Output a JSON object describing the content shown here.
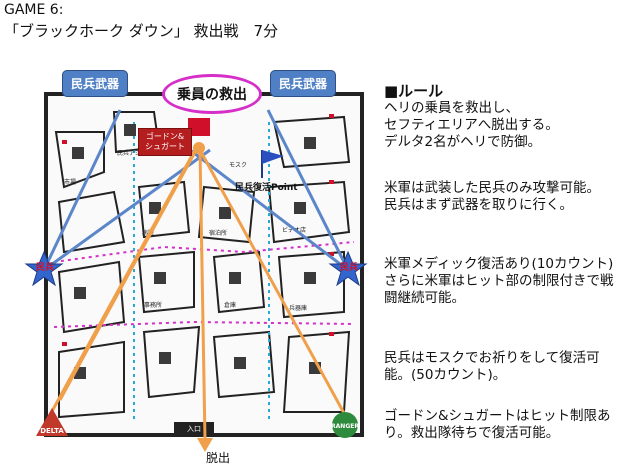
{
  "header": {
    "game": "GAME 6:",
    "scenario": "「ブラックホーク ダウン」 救出戦　7分"
  },
  "callouts": {
    "militia_weapons_left": "民兵武器",
    "militia_weapons_right": "民兵武器",
    "rescue_crew": "乗員の救出",
    "crash_site": "ゴードン&\nシュガート",
    "respawn_point": "民兵復活Point",
    "exit": "脱出"
  },
  "map": {
    "spawns": {
      "militia_left": "民兵",
      "militia_right": "民兵",
      "delta": "DELTA",
      "ranger": "RANGER"
    },
    "building_labels": [
      "民兵アジト",
      "モスク",
      "市場",
      "病院",
      "宿泊所",
      "ビデオ店",
      "事務所",
      "倉庫",
      "兵器庫"
    ],
    "colors": {
      "route_orange": "#f0a04b",
      "route_blue": "#5b86c9",
      "crash_red": "#b51e1e",
      "highlight_magenta": "#d62fc9",
      "spawn_blue": "#3366cc",
      "delta_red": "#c0392b",
      "ranger_green": "#2e8b3e"
    }
  },
  "rules": {
    "heading": "■ルール",
    "items": [
      "ヘリの乗員を救出し、\nセフティエリアへ脱出する。\nデルタ2名がヘリで防御。",
      "米軍は武装した民兵のみ攻撃可能。\n民兵はまず武器を取りに行く。",
      "米軍メディック復活あり(10カウント)\nさらに米軍はヒット部の制限付きで戦闘継続可能。",
      "民兵はモスクでお祈りをして復活可能。(50カウント)。",
      "ゴードン&シュガートはヒット制限あり。救出隊待ちで復活可能。"
    ]
  }
}
